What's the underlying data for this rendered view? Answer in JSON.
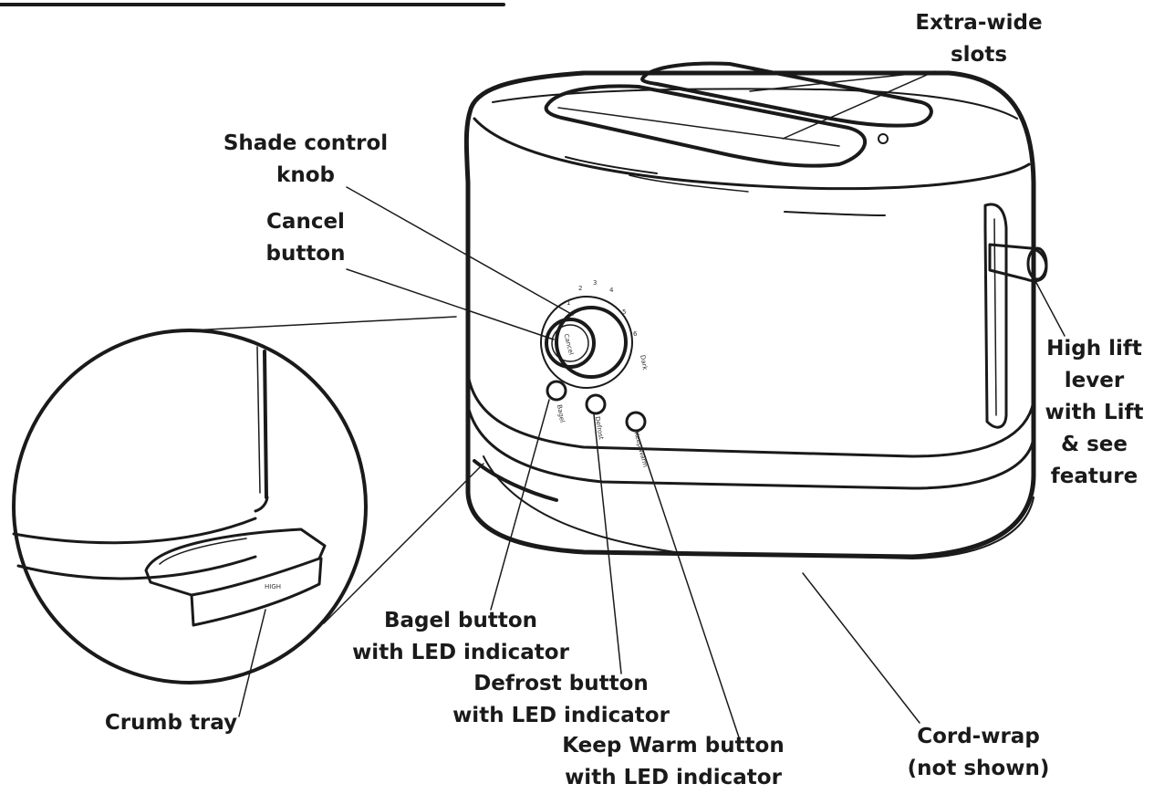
{
  "labels": {
    "extra_wide_slots": [
      "Extra-wide",
      "slots"
    ],
    "shade_control_knob": [
      "Shade control",
      "knob"
    ],
    "cancel_button": [
      "Cancel",
      "button"
    ],
    "high_lift_lever": [
      "High lift",
      "lever",
      "with Lift",
      "& see",
      "feature"
    ],
    "crumb_tray": [
      "Crumb tray"
    ],
    "bagel_button": [
      "Bagel button",
      "with LED indicator"
    ],
    "defrost_button": [
      "Defrost button",
      "with LED indicator"
    ],
    "keep_warm_button": [
      "Keep Warm button",
      "with LED indicator"
    ],
    "cord_wrap": [
      "Cord-wrap",
      "(not shown)"
    ]
  },
  "appliance_markings": {
    "cancel": "Cancel",
    "dial_numbers": [
      "1",
      "2",
      "3",
      "4",
      "5",
      "6"
    ],
    "dial_end": "Dark",
    "bagel": "Bagel",
    "defrost": "Defrost",
    "keep_warm": "Keep Warm",
    "tray": "HIGH"
  }
}
